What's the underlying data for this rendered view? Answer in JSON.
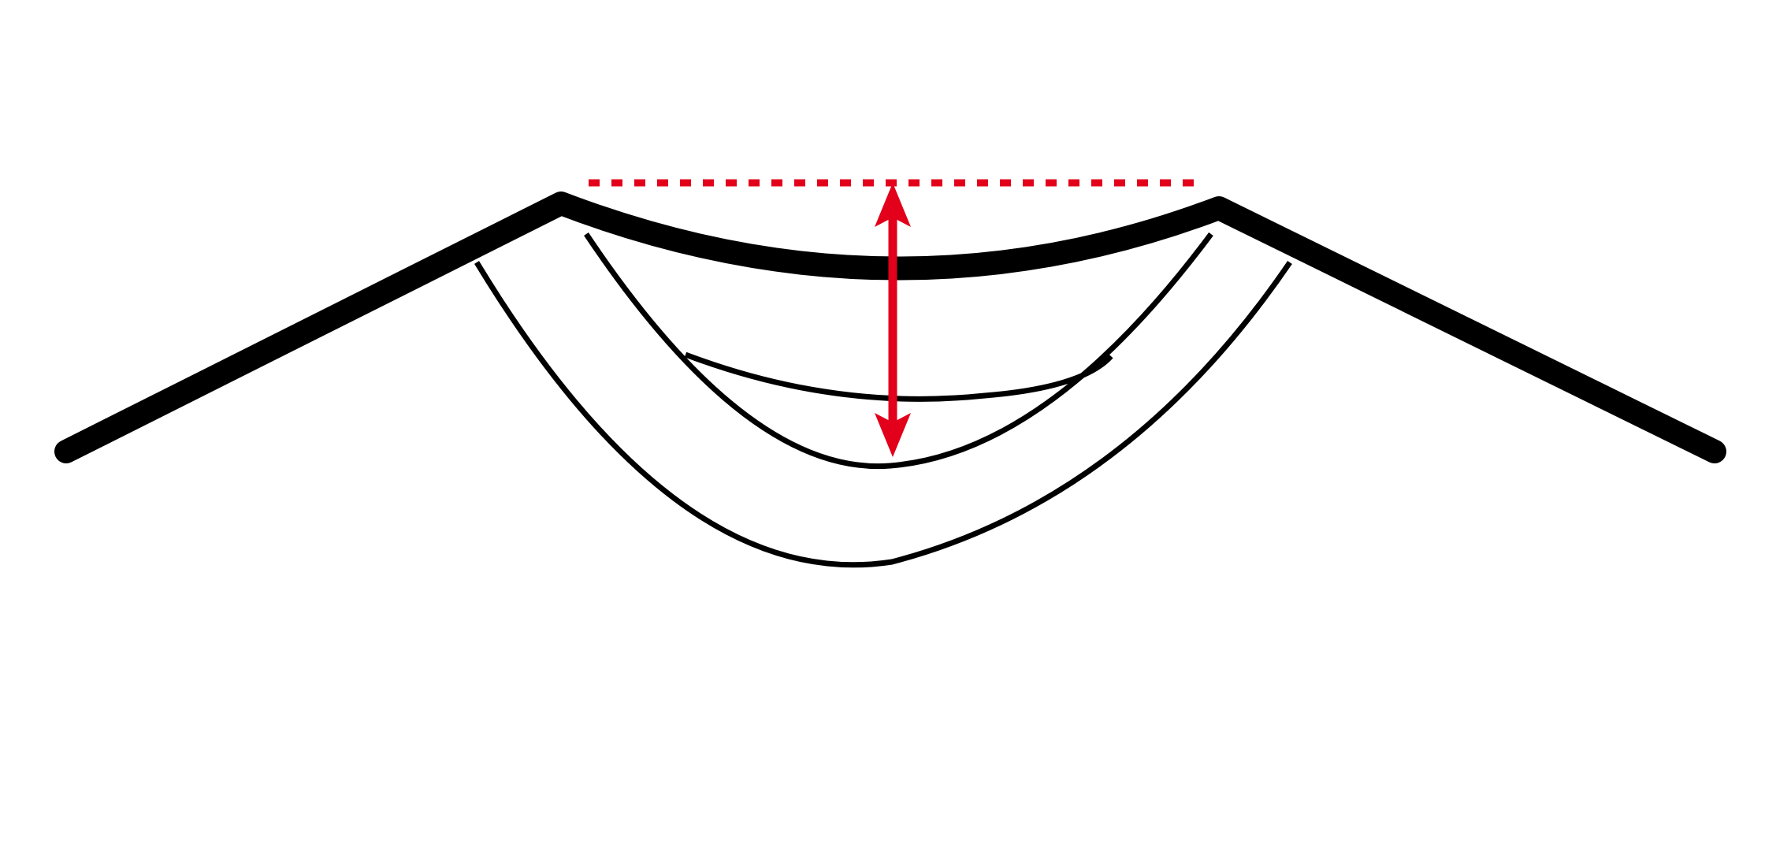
{
  "diagram": {
    "type": "curved-sag-cross-section",
    "colors": {
      "background": "#ffffff",
      "outline": "#000000",
      "highlight": "#e2001a"
    },
    "elements": {
      "outer_frame": {
        "stroke": "black",
        "style": "thick-solid"
      },
      "inner_curves": {
        "count": 3,
        "stroke": "black",
        "style": "thin-solid"
      },
      "reference_line": {
        "stroke": "highlight",
        "style": "dotted"
      },
      "depth_arrow": {
        "stroke": "highlight",
        "style": "double-headed"
      }
    }
  }
}
